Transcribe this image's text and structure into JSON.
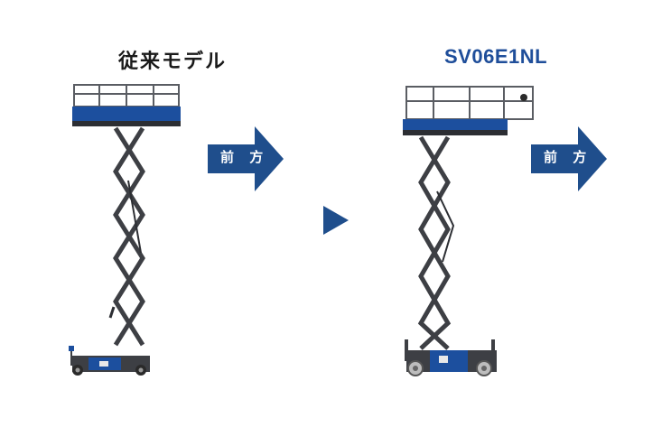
{
  "left_panel": {
    "title": "従来モデル",
    "direction_label": "前 方"
  },
  "right_panel": {
    "title": "SV06E1NL",
    "direction_label": "前 方"
  },
  "colors": {
    "brand_blue": "#1f4e8c",
    "title_blue": "#1f4e9a",
    "title_dark": "#1a1a1a",
    "machine_blue": "#1c4f9e",
    "scissor_gray": "#3d3f44"
  }
}
